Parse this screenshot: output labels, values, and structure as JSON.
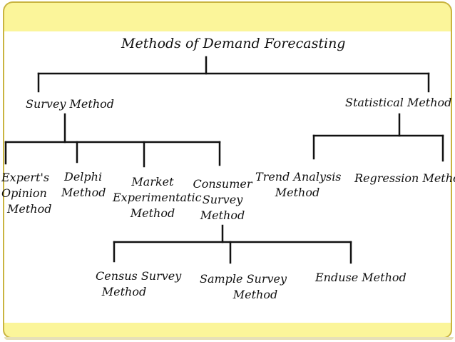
{
  "diagram": {
    "root": {
      "label": "Methods of Demand Forecasting"
    },
    "level1": [
      {
        "label": "Survey Method"
      },
      {
        "label": "Statistical Method"
      }
    ],
    "survey_children": [
      {
        "lines": [
          "Expert's",
          "Opinion",
          "Method"
        ]
      },
      {
        "lines": [
          "Delphi",
          "Method"
        ]
      },
      {
        "lines": [
          "Market",
          "Experimentatic",
          "Method"
        ]
      },
      {
        "lines": [
          "Consumer",
          "Survey",
          "Method"
        ]
      }
    ],
    "statistical_children": [
      {
        "lines": [
          "Trend Analysis",
          "Method"
        ]
      },
      {
        "lines": [
          "Regression Method"
        ]
      }
    ],
    "consumer_children": [
      {
        "lines": [
          "Census Survey",
          "Method"
        ]
      },
      {
        "lines": [
          "Sample Survey",
          "Method"
        ]
      },
      {
        "lines": [
          "Enduse Method"
        ]
      }
    ]
  },
  "colors": {
    "band_fill": "#fbf59a",
    "band_border": "#c9b440",
    "lines": "#111111"
  }
}
